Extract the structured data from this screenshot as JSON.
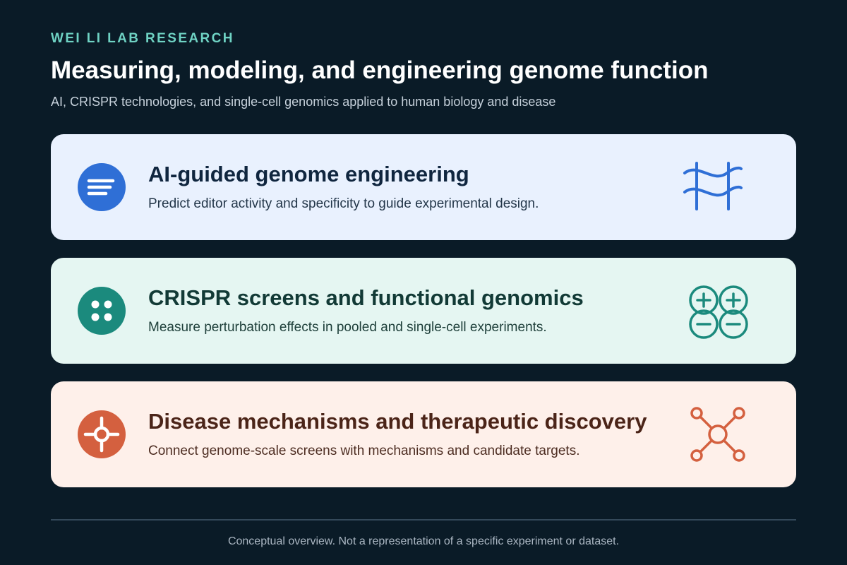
{
  "header": {
    "eyebrow": "WEI LI LAB RESEARCH",
    "title": "Measuring, modeling, and engineering genome function",
    "subtitle": "AI, CRISPR technologies, and single-cell genomics applied to human biology and disease"
  },
  "cards": [
    {
      "title": "AI-guided genome engineering",
      "description": "Predict editor activity and specificity to guide experimental design.",
      "badge_icon": "text-lines-icon",
      "deco_icon": "dna-helix-icon",
      "accent": "#2f6fd6",
      "background": "#e9f1fe"
    },
    {
      "title": "CRISPR screens and functional genomics",
      "description": "Measure perturbation effects in pooled and single-cell experiments.",
      "badge_icon": "four-dots-icon",
      "deco_icon": "plus-minus-grid-icon",
      "accent": "#1b8a7d",
      "background": "#e5f6f2"
    },
    {
      "title": "Disease mechanisms and therapeutic discovery",
      "description": "Connect genome-scale screens with mechanisms and candidate targets.",
      "badge_icon": "target-crosshair-icon",
      "deco_icon": "network-hub-icon",
      "accent": "#d4603f",
      "background": "#fef0ea"
    }
  ],
  "footer": {
    "note": "Conceptual overview. Not a representation of a specific experiment or dataset."
  }
}
